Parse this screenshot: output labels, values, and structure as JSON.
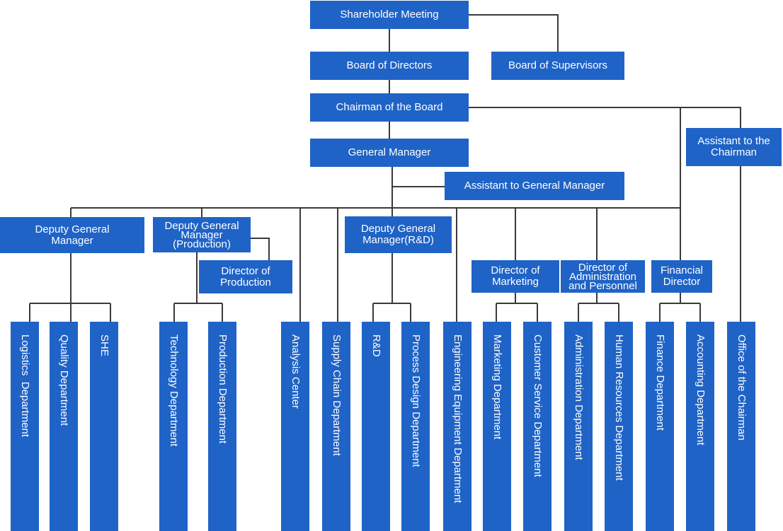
{
  "chart": {
    "nodes": {
      "shareholder_meeting": "Shareholder Meeting",
      "board_of_directors": "Board of Directors",
      "board_of_supervisors": "Board of Supervisors",
      "chairman": "Chairman of the Board",
      "assistant_chairman": "Assistant to the\nChairman",
      "general_manager": "General Manager",
      "assistant_gm": "Assistant to General Manager",
      "deputy_gm": "Deputy General\nManager",
      "deputy_gm_production": "Deputy General\nManager\n(Production)",
      "director_production": "Director of\nProduction",
      "deputy_gm_rd": "Deputy General\nManager(R&D)",
      "director_marketing": "Director of\nMarketing",
      "director_admin": "Director of\nAdministration\nand Personnel",
      "financial_director": "Financial\nDirector"
    },
    "departments": {
      "logistics": "Logistics  Department",
      "quality": "Quality Department",
      "she": "SHE",
      "technology": "Technology Department",
      "production": "Production Department",
      "analysis": "Analysis Center",
      "supply_chain": "Supply Chain Department",
      "rd": "R&D",
      "process_design": "Process Design Department",
      "engineering": "Engineering Equipment Department",
      "marketing": "Marketing Department",
      "customer_service": "Customer Service Department",
      "administration": "Administration Department",
      "human_resources": "Human Resources Department",
      "finance": "Finance Department",
      "accounting": "Accounting Department",
      "office_chairman": "Office of the Chairman"
    }
  }
}
